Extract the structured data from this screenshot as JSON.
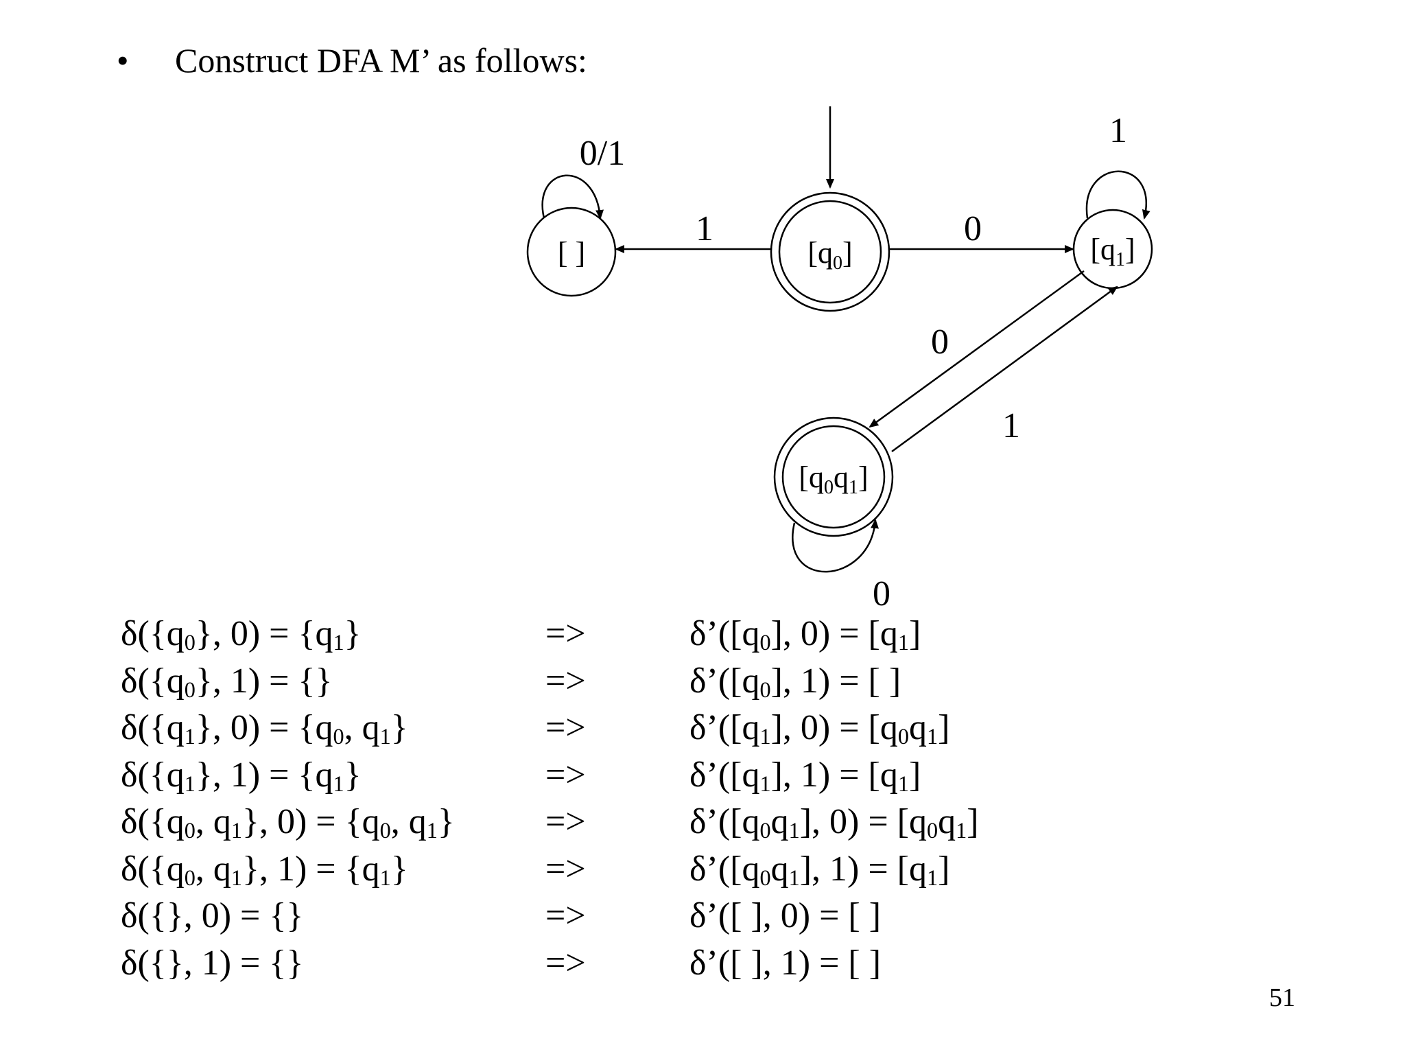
{
  "slide": {
    "bullet": "•",
    "heading": "Construct DFA M’ as follows:",
    "page_number": "51"
  },
  "diagram": {
    "states": [
      {
        "id": "empty",
        "base": "[ ]",
        "sub": "",
        "rest": "",
        "accepting": false,
        "start": false
      },
      {
        "id": "q0",
        "base": "[q",
        "sub": "0",
        "rest": "]",
        "accepting": true,
        "start": true
      },
      {
        "id": "q1",
        "base": "[q",
        "sub": "1",
        "rest": "]",
        "accepting": false,
        "start": false
      },
      {
        "id": "q0q1",
        "base": "[q",
        "sub": "0",
        "mid": "q",
        "sub2": "1",
        "rest": "]",
        "accepting": true,
        "start": false
      }
    ],
    "transitions": [
      {
        "from": "empty",
        "to": "empty",
        "label": "0/1"
      },
      {
        "from": "q0",
        "to": "empty",
        "label": "1"
      },
      {
        "from": "q0",
        "to": "q1",
        "label": "0"
      },
      {
        "from": "q1",
        "to": "q1",
        "label": "1"
      },
      {
        "from": "q1",
        "to": "q0q1",
        "label": "0"
      },
      {
        "from": "q0q1",
        "to": "q1",
        "label": "1"
      },
      {
        "from": "q0q1",
        "to": "q0q1",
        "label": "0"
      }
    ]
  },
  "transition_table": [
    {
      "nfa": "δ({q<sub>0</sub>}, 0) = {q<sub>1</sub>}",
      "arrow": "=>",
      "dfa": "δ’([q<sub>0</sub>], 0) = [q<sub>1</sub>]"
    },
    {
      "nfa": "δ({q<sub>0</sub>}, 1) = {}",
      "arrow": "=>",
      "dfa": "δ’([q<sub>0</sub>], 1) = [ ]"
    },
    {
      "nfa": "δ({q<sub>1</sub>}, 0) = {q<sub>0</sub>, q<sub>1</sub>}",
      "arrow": "=>",
      "dfa": "δ’([q<sub>1</sub>], 0) = [q<sub>0</sub>q<sub>1</sub>]"
    },
    {
      "nfa": "δ({q<sub>1</sub>}, 1) = {q<sub>1</sub>}",
      "arrow": "=>",
      "dfa": "δ’([q<sub>1</sub>], 1) = [q<sub>1</sub>]"
    },
    {
      "nfa": "δ({q<sub>0</sub>, q<sub>1</sub>}, 0) = {q<sub>0</sub>, q<sub>1</sub>}",
      "arrow": "=>",
      "dfa": "δ’([q<sub>0</sub>q<sub>1</sub>], 0) = [q<sub>0</sub>q<sub>1</sub>]"
    },
    {
      "nfa": "δ({q<sub>0</sub>, q<sub>1</sub>}, 1) = {q<sub>1</sub>}",
      "arrow": "=>",
      "dfa": "δ’([q<sub>0</sub>q<sub>1</sub>], 1) = [q<sub>1</sub>]"
    },
    {
      "nfa": "δ({}, 0) = {}",
      "arrow": "=>",
      "dfa": "δ’([ ], 0) = [ ]"
    },
    {
      "nfa": "δ({}, 1) = {}",
      "arrow": "=>",
      "dfa": "δ’([ ], 1) = [ ]"
    }
  ]
}
